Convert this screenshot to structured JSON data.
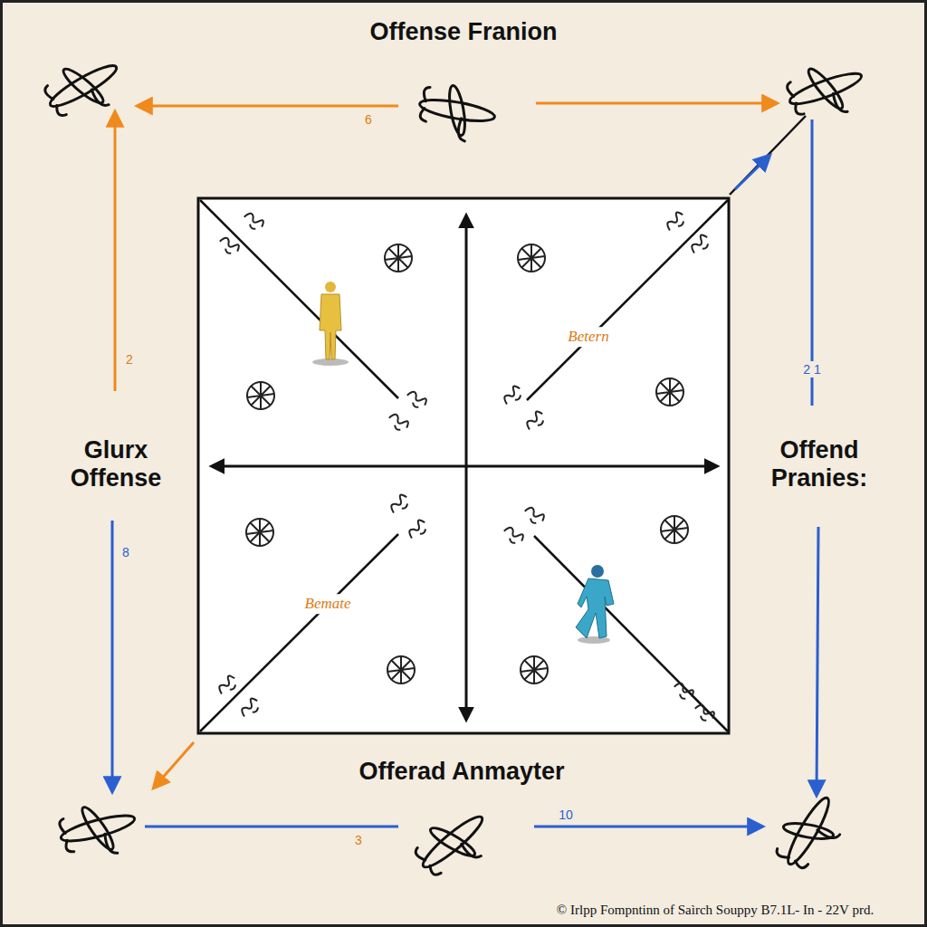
{
  "diagram": {
    "title": "Offense Franion",
    "caption": "© Irlpp Fompntinn of Saìrch Souppy B7.1L- In - 22V prd.",
    "labels": [
      "Glurx Offense",
      "Offend Pranies:",
      "Offerad Anmayter",
      "6",
      "2",
      "2 1",
      "8",
      "3",
      "10",
      "Betern",
      "Bemate"
    ]
  }
}
